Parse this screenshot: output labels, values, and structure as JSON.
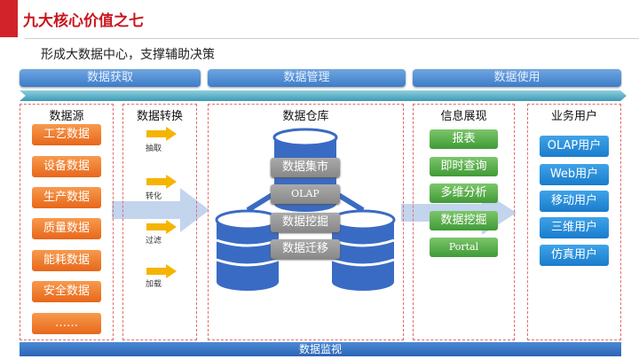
{
  "title": "九大核心价值之七",
  "subtitle": "形成大数据中心，支撑辅助决策",
  "phases": [
    "数据获取",
    "数据管理",
    "数据使用"
  ],
  "columns": {
    "source": {
      "title": "数据源",
      "items": [
        "工艺数据",
        "设备数据",
        "生产数据",
        "质量数据",
        "能耗数据",
        "安全数据",
        "……"
      ]
    },
    "transform": {
      "title": "数据转换",
      "items": [
        "抽取",
        "转化",
        "过滤",
        "加载"
      ]
    },
    "warehouse": {
      "title": "数据仓库",
      "items": [
        "数据集市",
        "OLAP",
        "数据挖掘",
        "数据迁移"
      ]
    },
    "display": {
      "title": "信息展现",
      "items": [
        "报表",
        "即时查询",
        "多维分析",
        "数据挖掘",
        "Portal"
      ]
    },
    "users": {
      "title": "业务用户",
      "items": [
        "OLAP用户",
        "Web用户",
        "移动用户",
        "三维用户",
        "仿真用户"
      ]
    }
  },
  "monitor": "数据监视"
}
